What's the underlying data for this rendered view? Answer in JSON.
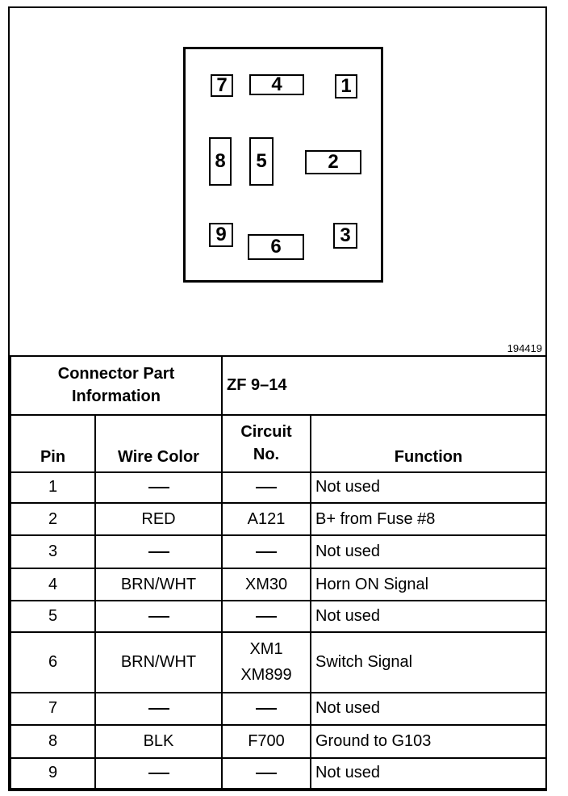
{
  "diagram": {
    "figure_number": "194419",
    "pins": [
      {
        "label": "7"
      },
      {
        "label": "4"
      },
      {
        "label": "1"
      },
      {
        "label": "8"
      },
      {
        "label": "5"
      },
      {
        "label": "2"
      },
      {
        "label": "9"
      },
      {
        "label": "6"
      },
      {
        "label": "3"
      }
    ]
  },
  "table": {
    "connector_label": "Connector Part Information",
    "connector_value": "ZF 9–14",
    "headers": {
      "pin": "Pin",
      "wire_color": "Wire Color",
      "circuit_line1": "Circuit",
      "circuit_line2": "No.",
      "function": "Function"
    },
    "rows": [
      {
        "pin": "1",
        "wire": "—",
        "circuit": [
          "—"
        ],
        "function": "Not used"
      },
      {
        "pin": "2",
        "wire": "RED",
        "circuit": [
          "A121"
        ],
        "function": "B+ from Fuse #8"
      },
      {
        "pin": "3",
        "wire": "—",
        "circuit": [
          "—"
        ],
        "function": "Not used"
      },
      {
        "pin": "4",
        "wire": "BRN/WHT",
        "circuit": [
          "XM30"
        ],
        "function": "Horn ON Signal"
      },
      {
        "pin": "5",
        "wire": "—",
        "circuit": [
          "—"
        ],
        "function": "Not used"
      },
      {
        "pin": "6",
        "wire": "BRN/WHT",
        "circuit": [
          "XM1",
          "XM899"
        ],
        "function": "Switch Signal"
      },
      {
        "pin": "7",
        "wire": "—",
        "circuit": [
          "—"
        ],
        "function": "Not used"
      },
      {
        "pin": "8",
        "wire": "BLK",
        "circuit": [
          "F700"
        ],
        "function": "Ground to G103"
      },
      {
        "pin": "9",
        "wire": "—",
        "circuit": [
          "—"
        ],
        "function": "Not used"
      }
    ]
  }
}
